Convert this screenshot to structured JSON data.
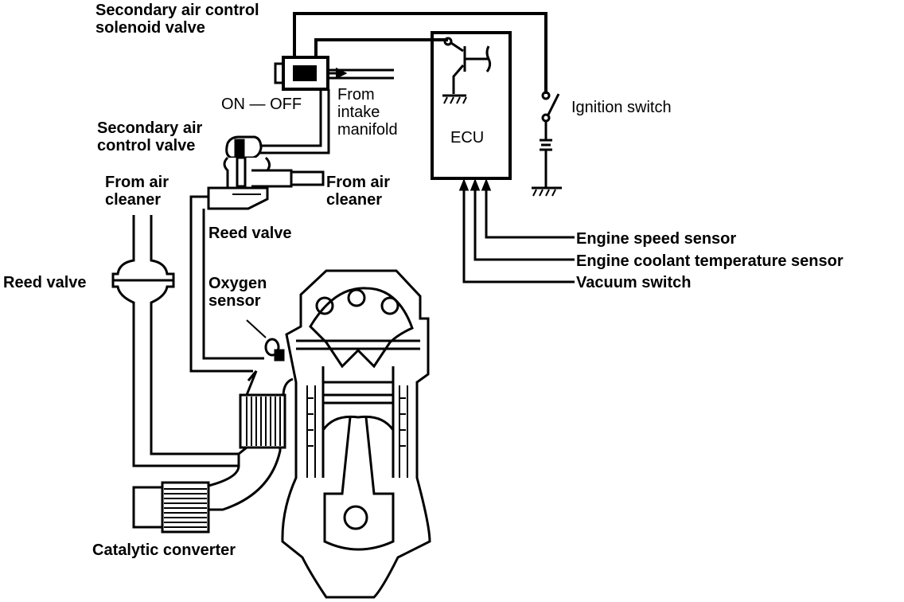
{
  "diagram": {
    "title": "Secondary air injection system",
    "labels": {
      "solenoid_valve": [
        "Secondary air control",
        "solenoid valve"
      ],
      "on_off": "ON — OFF",
      "from_intake_manifold": [
        "From",
        "intake",
        "manifold"
      ],
      "secondary_air_control_valve": [
        "Secondary air",
        "control valve"
      ],
      "from_air_cleaner_left": [
        "From air",
        "cleaner"
      ],
      "from_air_cleaner_right": [
        "From air",
        "cleaner"
      ],
      "reed_valve_upper": "Reed valve",
      "reed_valve_left": "Reed valve",
      "oxygen_sensor": [
        "Oxygen",
        "sensor"
      ],
      "catalytic_converter": "Catalytic converter",
      "ecu": "ECU",
      "ignition_switch": "Ignition switch",
      "engine_speed_sensor": "Engine speed sensor",
      "engine_coolant_temperature_sensor": "Engine coolant temperature sensor",
      "vacuum_switch": "Vacuum switch"
    },
    "colors": {
      "line": "#000000",
      "background": "#ffffff"
    }
  }
}
